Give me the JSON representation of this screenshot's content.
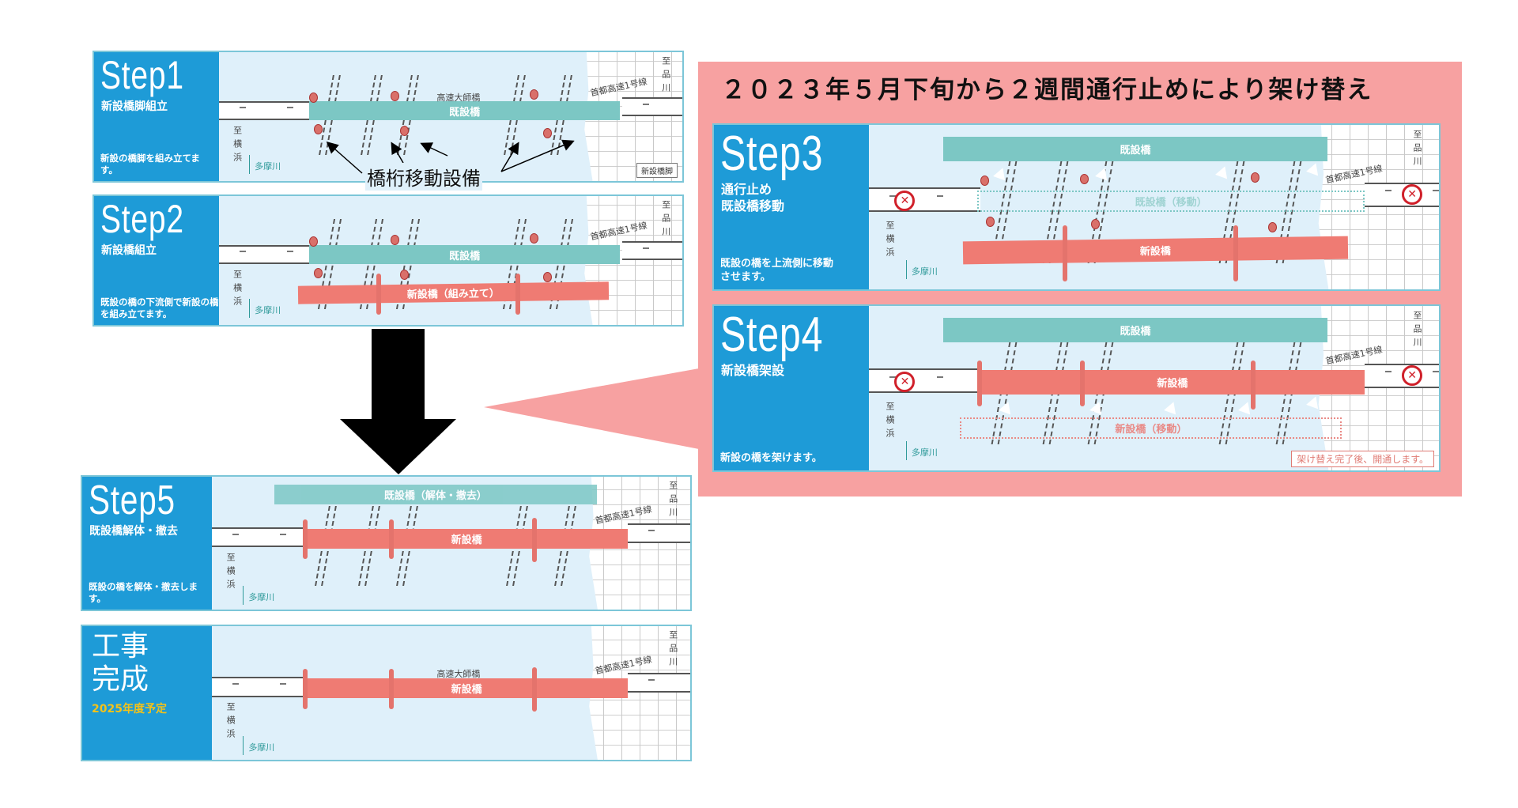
{
  "header": {
    "title": "２０２３年５月下旬から２週間通行止めにより架け替え"
  },
  "common": {
    "to_yokohama": "至横浜",
    "to_shinagawa": "至品川",
    "tamagawa": "多摩川",
    "expressway": "首都高速1号線",
    "bridge_name": "高速大師橋",
    "no_entry_icon": "no-vehicle-sign"
  },
  "annotation": {
    "label": "橋桁移動設備"
  },
  "colors": {
    "side": "#1e9bd7",
    "existing_bridge": "#7cc7c4",
    "new_bridge": "#ef7b73",
    "highlight": "#f7a1a1",
    "water": "#dff0fa"
  },
  "panels": {
    "step1": {
      "label": "Step1",
      "subtitle": "新設橋脚組立",
      "desc": "新設の橋脚を組み立てます。",
      "bar_existing": "既設橋",
      "legend": "新設橋脚"
    },
    "step2": {
      "label": "Step2",
      "subtitle": "新設橋組立",
      "desc": "既設の橋の下流側で新設の橋を組み立てます。",
      "bar_existing": "既設橋",
      "bar_new": "新設橋（組み立て）"
    },
    "step3": {
      "label": "Step3",
      "subtitle_1": "通行止め",
      "subtitle_2": "既設橋移動",
      "desc": "既設の橋を上流側に移動させます。",
      "bar_existing": "既設橋",
      "bar_moving": "既設橋（移動）",
      "bar_new": "新設橋"
    },
    "step4": {
      "label": "Step4",
      "subtitle": "新設橋架設",
      "desc": "新設の橋を架けます。",
      "bar_existing": "既設橋",
      "bar_new": "新設橋",
      "bar_moving": "新設橋（移動）",
      "note": "架け替え完了後、開通します。"
    },
    "step5": {
      "label": "Step5",
      "subtitle": "既設橋解体・撤去",
      "desc": "既設の橋を解体・撤去します。",
      "bar_existing": "既設橋（解体・撤去）",
      "bar_new": "新設橋"
    },
    "complete": {
      "label_1": "工事",
      "label_2": "完成",
      "subtitle": "2025年度予定",
      "bar_new": "新設橋"
    }
  }
}
